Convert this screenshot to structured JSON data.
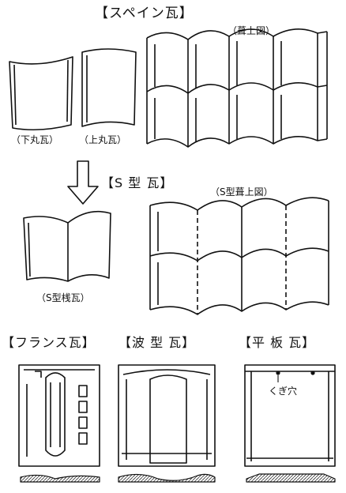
{
  "spanish": {
    "title": "【スペイン瓦】",
    "roof_caption": "（葺上図）",
    "lower_caption": "（下丸瓦）",
    "upper_caption": "（上丸瓦）"
  },
  "s_type": {
    "title": "【S 型 瓦】",
    "roof_caption": "（S型葺上図）",
    "tile_caption": "（S型桟瓦）"
  },
  "bottom": {
    "french_title": "【フランス瓦】",
    "wave_title": "【波 型 瓦】",
    "flat_title": "【平 板 瓦】",
    "nail_hole_label": "くぎ穴"
  }
}
